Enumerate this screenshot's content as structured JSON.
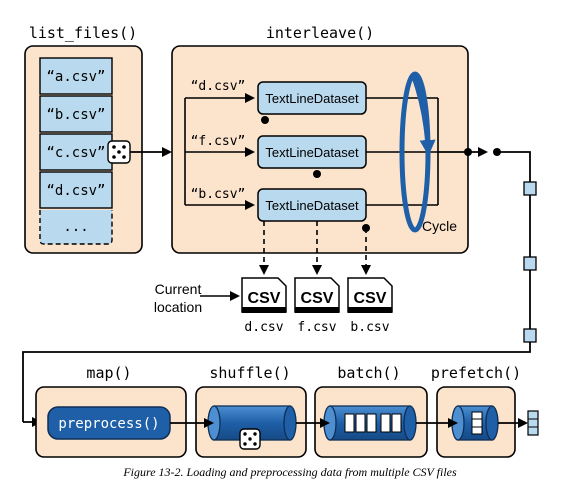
{
  "stages": {
    "list_files": "list_files()",
    "interleave": "interleave()",
    "map": "map()",
    "shuffle": "shuffle()",
    "batch": "batch()",
    "prefetch": "prefetch()"
  },
  "files": [
    "“a.csv”",
    "“b.csv”",
    "“c.csv”",
    "“d.csv”",
    "..."
  ],
  "readers": [
    {
      "file": "“d.csv”",
      "label": "TextLineDataset"
    },
    {
      "file": "“f.csv”",
      "label": "TextLineDataset"
    },
    {
      "file": "“b.csv”",
      "label": "TextLineDataset"
    }
  ],
  "cycle_label": "Cycle",
  "current_location_label": [
    "Current",
    "location"
  ],
  "csv_icon_text": "CSV",
  "csv_files": [
    "d.csv",
    "f.csv",
    "b.csv"
  ],
  "map_function": "preprocess()",
  "caption": "Figure 13-2. Loading and preprocessing data from multiple CSV files",
  "colors": {
    "panel_fill": "#fbe3cc",
    "item_fill": "#b9d9ee",
    "dark_blue": "#1e5fa8",
    "line": "#000000"
  }
}
